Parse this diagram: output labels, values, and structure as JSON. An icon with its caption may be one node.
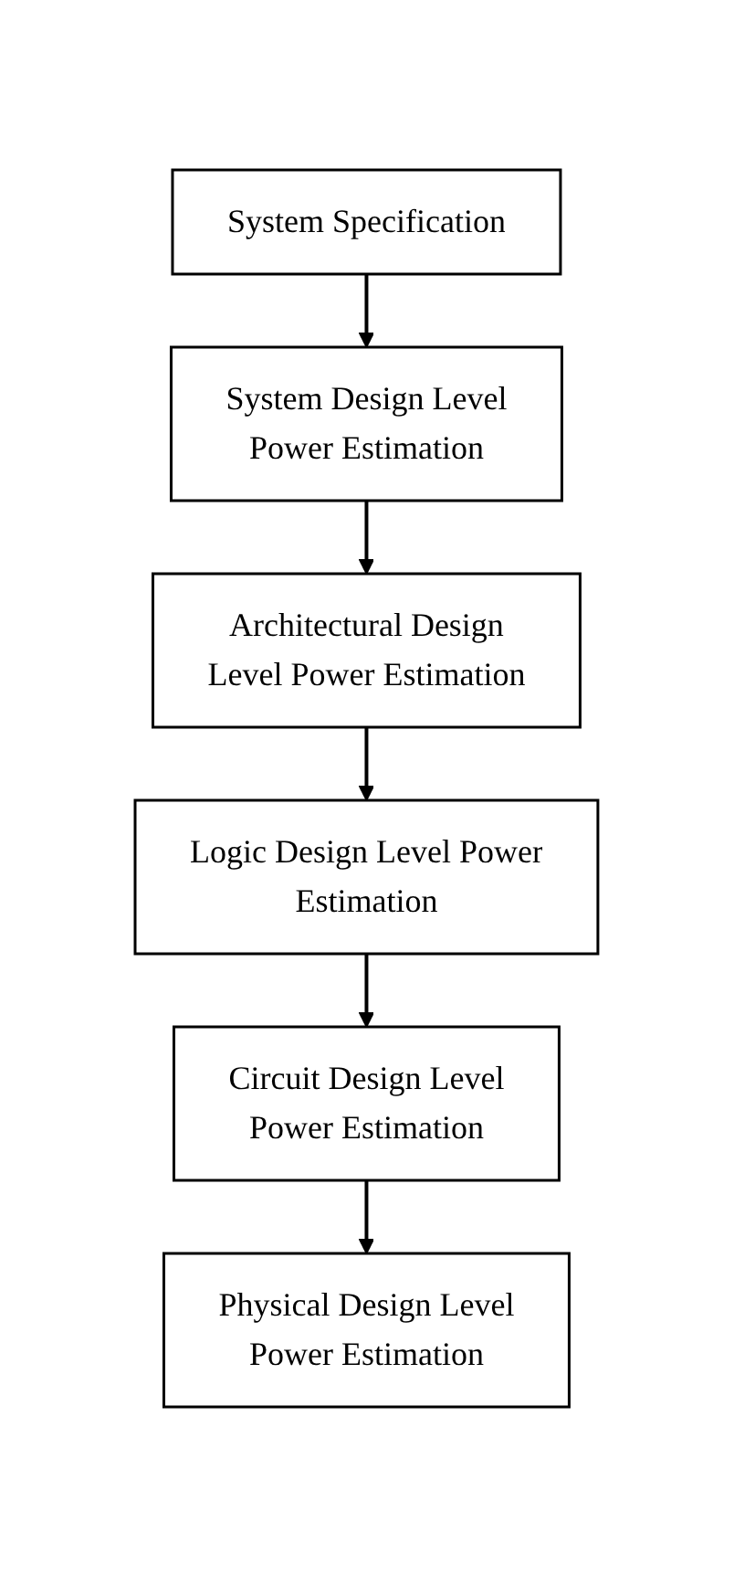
{
  "diagram": {
    "nodes": [
      {
        "text": [
          "System Specification"
        ]
      },
      {
        "text": [
          "System Design Level Power Estimation"
        ]
      },
      {
        "text": [
          "Architectural Design Level Power Estimation"
        ]
      },
      {
        "text": [
          "Logic Design Level Power Estimation"
        ]
      },
      {
        "text": [
          "Circuit Design Level Power Estimation"
        ]
      },
      {
        "text": [
          "Physical Design Level Power Estimation"
        ]
      }
    ],
    "edges": [
      {
        "from": 0,
        "to": 1,
        "arrow": "to"
      },
      {
        "from": 1,
        "to": 2,
        "arrow": "to"
      },
      {
        "from": 2,
        "to": 3,
        "arrow": "to"
      },
      {
        "from": 3,
        "to": 4,
        "arrow": "to"
      },
      {
        "from": 4,
        "to": 5,
        "arrow": "to"
      }
    ]
  }
}
